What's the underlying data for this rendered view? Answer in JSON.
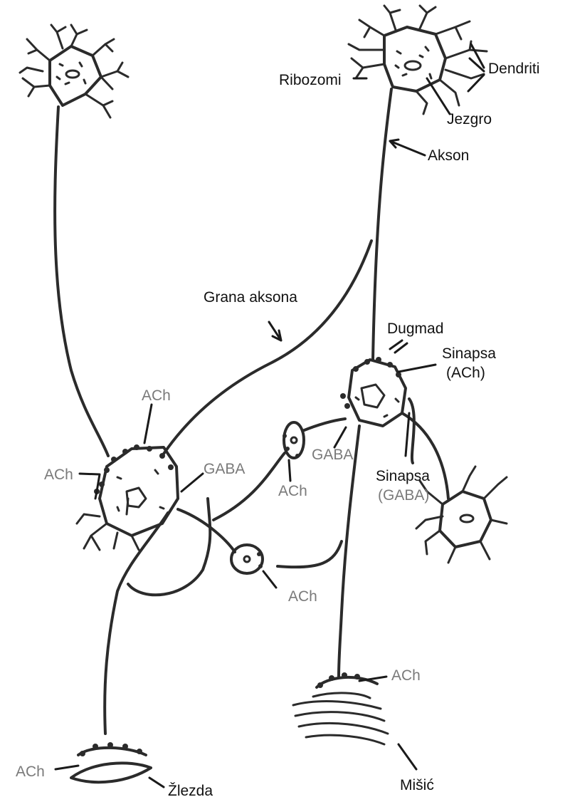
{
  "labels": {
    "ribozomi": "Ribozomi",
    "dendriti": "Dendriti",
    "jezgro": "Jezgro",
    "akson": "Akson",
    "grana_aksona": "Grana aksona",
    "dugmad": "Dugmad",
    "sinapsa_ach_1": "Sinapsa",
    "sinapsa_ach_2": "(ACh)",
    "sinapsa_gaba_1": "Sinapsa",
    "sinapsa_gaba_2": "(GABA)",
    "ach_top_left": "ACh",
    "ach_left": "ACh",
    "gaba_left": "GABA",
    "gaba_mid": "GABA",
    "ach_small_upper": "ACh",
    "ach_small_lower": "ACh",
    "ach_muscle": "ACh",
    "ach_gland": "ACh",
    "zlezda": "Žlezda",
    "misic": "Mišić"
  },
  "colors": {
    "line": "#2b2b2b",
    "label_dark": "#111111",
    "label_grey": "#7a7a7a"
  }
}
